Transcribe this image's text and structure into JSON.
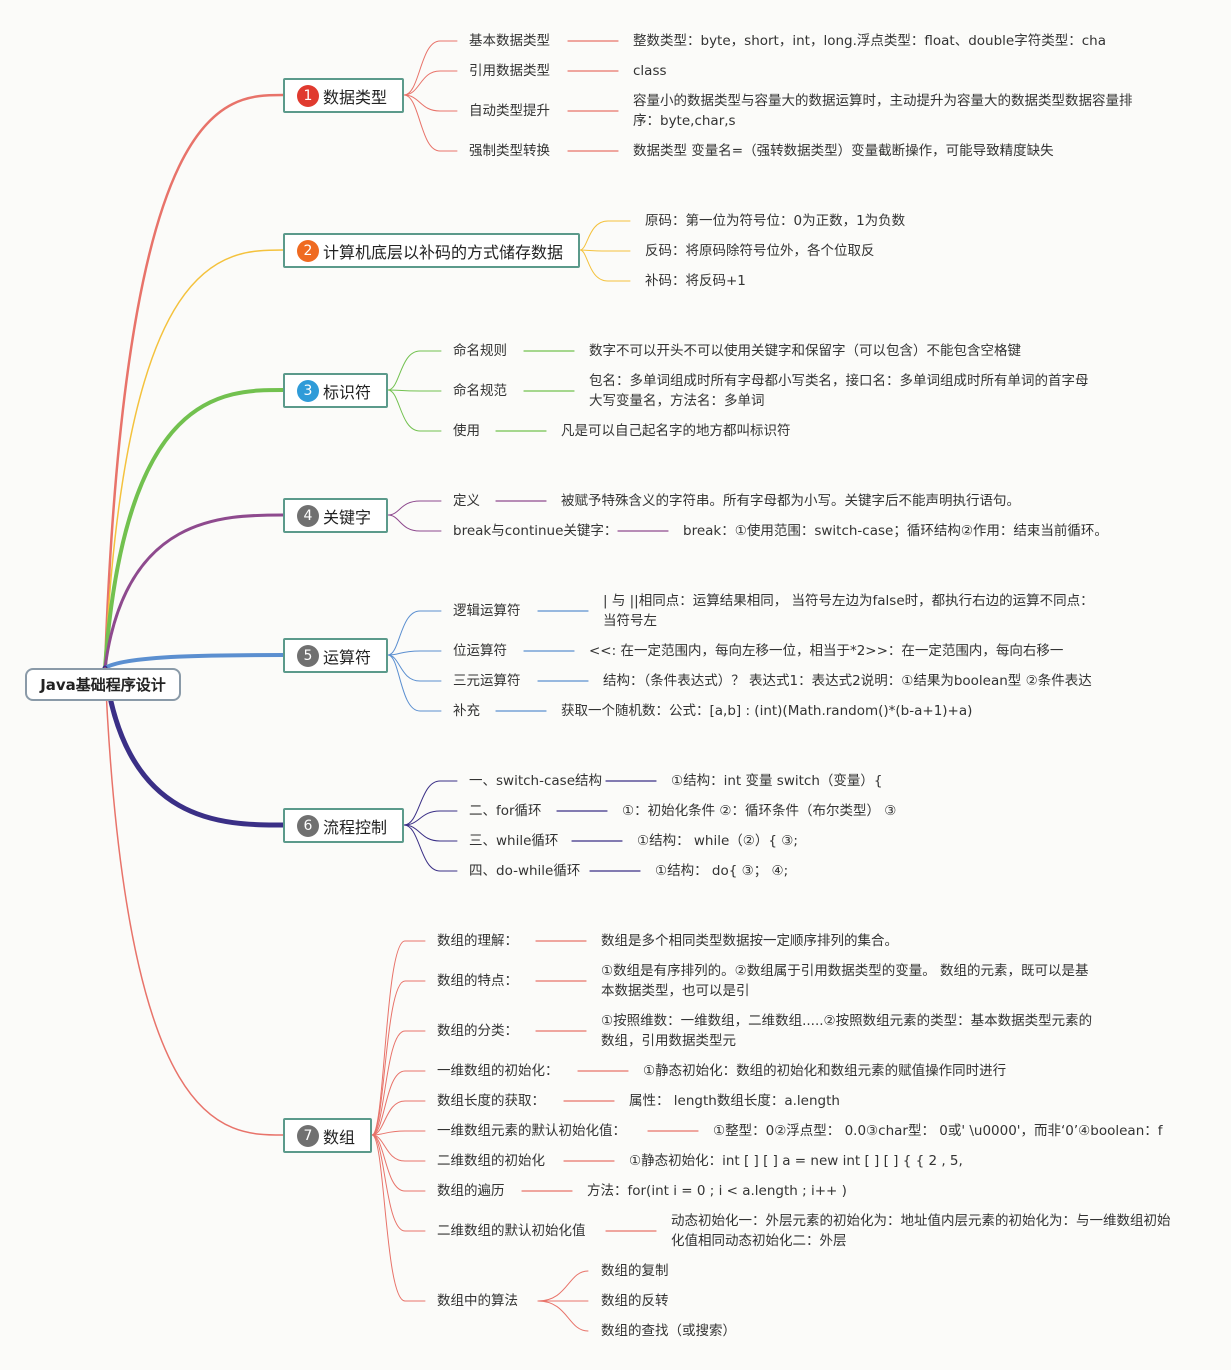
{
  "root": {
    "title": "Java基础程序设计"
  },
  "colors": {
    "b1": "#e8736a",
    "b2": "#f4c23d",
    "b3": "#72c14f",
    "b4": "#8e4a8e",
    "b5": "#5b8fd0",
    "b6": "#3a2f86",
    "b7": "#e8736a",
    "num1": "#e03a2f",
    "num2": "#ef6a21",
    "num3": "#2f9bd8",
    "num4": "#707070",
    "num5": "#707070",
    "num6": "#707070",
    "num7": "#707070",
    "border": "#5b9a8b"
  },
  "branches": [
    {
      "num": "1",
      "title": "数据类型",
      "items": [
        {
          "label": "基本数据类型",
          "text": "整数类型：byte，short，int，long.浮点类型：float、double字符类型：cha"
        },
        {
          "label": "引用数据类型",
          "text": "class"
        },
        {
          "label": "自动类型提升",
          "text": "容量小的数据类型与容量大的数据运算时，主动提升为容量大的数据类型数据容量排序：byte,char,s"
        },
        {
          "label": "强制类型转换",
          "text": "数据类型 变量名=（强转数据类型）变量截断操作，可能导致精度缺失"
        }
      ]
    },
    {
      "num": "2",
      "title": "计算机底层以补码的方式储存数据",
      "items": [
        {
          "text": "原码：第一位为符号位：0为正数，1为负数"
        },
        {
          "text": "反码：将原码除符号位外，各个位取反"
        },
        {
          "text": "补码：将反码+1"
        }
      ]
    },
    {
      "num": "3",
      "title": "标识符",
      "items": [
        {
          "label": "命名规则",
          "text": "数字不可以开头不可以使用关键字和保留字（可以包含）不能包含空格键"
        },
        {
          "label": "命名规范",
          "text": "包名：多单词组成时所有字母都小写类名，接口名：多单词组成时所有单词的首字母大写变量名，方法名：多单词"
        },
        {
          "label": "使用",
          "text": "凡是可以自己起名字的地方都叫标识符"
        }
      ]
    },
    {
      "num": "4",
      "title": "关键字",
      "items": [
        {
          "label": "定义",
          "text": "被赋予特殊含义的字符串。所有字母都为小写。关键字后不能声明执行语句。"
        },
        {
          "label": "break与continue关键字：",
          "text": "break：①使用范围：switch-case；循环结构②作用：结束当前循环。"
        }
      ]
    },
    {
      "num": "5",
      "title": "运算符",
      "items": [
        {
          "label": "逻辑运算符",
          "text": "| 与 ||相同点：运算结果相同， 当符号左边为false时，都执行右边的运算不同点：当符号左"
        },
        {
          "label": "位运算符",
          "text": "<<: 在一定范围内，每向左移一位，相当于*2>>：在一定范围内，每向右移一"
        },
        {
          "label": "三元运算符",
          "text": "结构：（条件表达式）？ 表达式1：表达式2说明：①结果为boolean型 ②条件表达"
        },
        {
          "label": "补充",
          "text": "获取一个随机数：公式：[a,b] : (int)(Math.random()*(b-a+1)+a)"
        }
      ]
    },
    {
      "num": "6",
      "title": "流程控制",
      "items": [
        {
          "label": "一、switch-case结构",
          "text": "①结构：int 变量 switch（变量）{"
        },
        {
          "label": "二、for循环",
          "text": "①：初始化条件 ②：循环条件（布尔类型） ③"
        },
        {
          "label": "三、while循环",
          "text": "①结构： while（②）{ ③;"
        },
        {
          "label": "四、do-while循环",
          "text": "①结构： do{ ③； ④;"
        }
      ]
    },
    {
      "num": "7",
      "title": "数组",
      "items": [
        {
          "label": "数组的理解：",
          "text": "数组是多个相同类型数据按一定顺序排列的集合。"
        },
        {
          "label": "数组的特点：",
          "text": "①数组是有序排列的。②数组属于引用数据类型的变量。 数组的元素，既可以是基本数据类型，也可以是引"
        },
        {
          "label": "数组的分类：",
          "text": "①按照维数：一维数组，二维数组.....②按照数组元素的类型：基本数据类型元素的数组，引用数据类型元"
        },
        {
          "label": "一维数组的初始化：",
          "text": "①静态初始化：数组的初始化和数组元素的赋值操作同时进行"
        },
        {
          "label": "数组长度的获取：",
          "text": "属性： length数组长度：a.length"
        },
        {
          "label": "一维数组元素的默认初始化值：",
          "text": "①整型：0②浮点型： 0.0③char型： 0或' \\u0000'，而非‘0’④boolean：f"
        },
        {
          "label": "二维数组的初始化",
          "text": "①静态初始化：int [ ] [ ] a = new int [ ] [ ] { { 2 , 5,"
        },
        {
          "label": "数组的遍历",
          "text": "方法：for(int i = 0 ; i < a.length ; i++ )"
        },
        {
          "label": "二维数组的默认初始化值",
          "text": "动态初始化一：外层元素的初始化为：地址值内层元素的初始化为：与一维数组初始化值相同动态初始化二：外层"
        },
        {
          "label": "数组中的算法",
          "subs": [
            "数组的复制",
            "数组的反转",
            "数组的查找（或搜索）"
          ]
        }
      ]
    }
  ]
}
